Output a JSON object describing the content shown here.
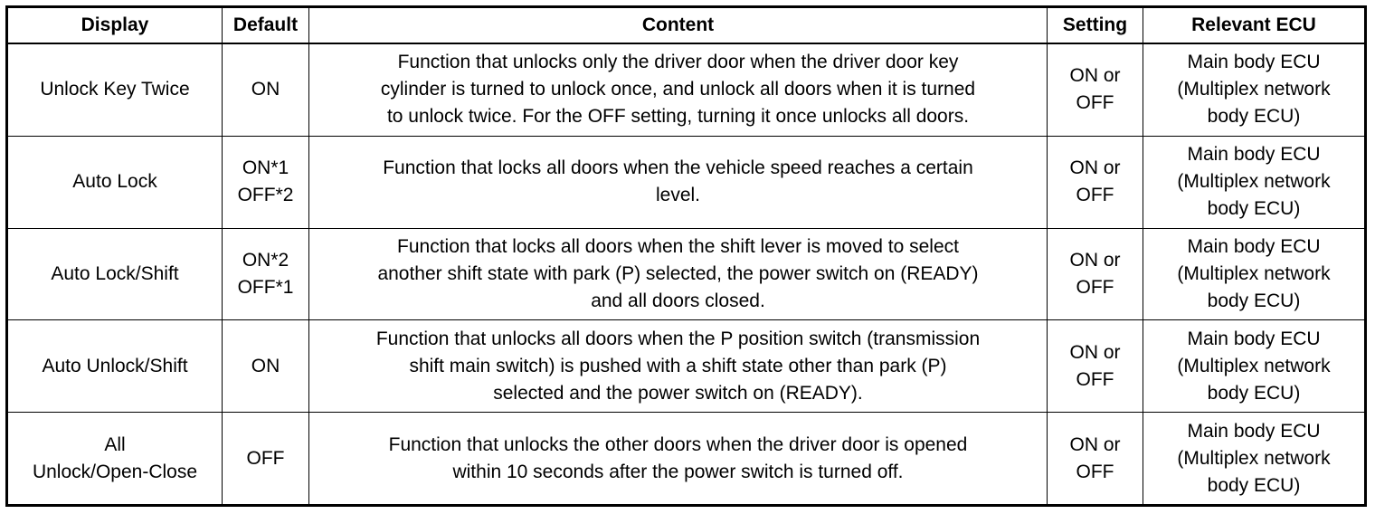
{
  "table": {
    "headers": {
      "display": "Display",
      "default": "Default",
      "content": "Content",
      "setting": "Setting",
      "ecu": "Relevant ECU"
    },
    "rows": [
      {
        "display": "Unlock Key Twice",
        "default": "ON",
        "content": "Function that unlocks only the driver door when the driver door key\ncylinder is turned to unlock once, and unlock all doors when it is turned\nto unlock twice. For the OFF setting, turning it once unlocks all doors.",
        "setting": "ON or\nOFF",
        "ecu": "Main body ECU\n(Multiplex network\nbody ECU)"
      },
      {
        "display": "Auto Lock",
        "default": "ON*1\nOFF*2",
        "content": "Function that locks all doors when the vehicle speed reaches a certain\nlevel.",
        "setting": "ON or\nOFF",
        "ecu": "Main body ECU\n(Multiplex network\nbody ECU)"
      },
      {
        "display": "Auto Lock/Shift",
        "default": "ON*2\nOFF*1",
        "content": "Function that locks all doors when the shift lever is moved to select\nanother shift state with park (P) selected, the power switch on (READY)\nand all doors closed.",
        "setting": "ON or\nOFF",
        "ecu": "Main body ECU\n(Multiplex network\nbody ECU)"
      },
      {
        "display": "Auto Unlock/Shift",
        "default": "ON",
        "content": "Function that unlocks all doors when the P position switch (transmission\nshift main switch) is pushed with a shift state other than park (P)\nselected and the power switch on (READY).",
        "setting": "ON or\nOFF",
        "ecu": "Main body ECU\n(Multiplex network\nbody ECU)"
      },
      {
        "display": "All\nUnlock/Open-Close",
        "default": "OFF",
        "content": "Function that unlocks the other doors when the driver door is opened\nwithin 10 seconds after the power switch is turned off.",
        "setting": "ON or\nOFF",
        "ecu": "Main body ECU\n(Multiplex network\nbody ECU)"
      }
    ]
  }
}
